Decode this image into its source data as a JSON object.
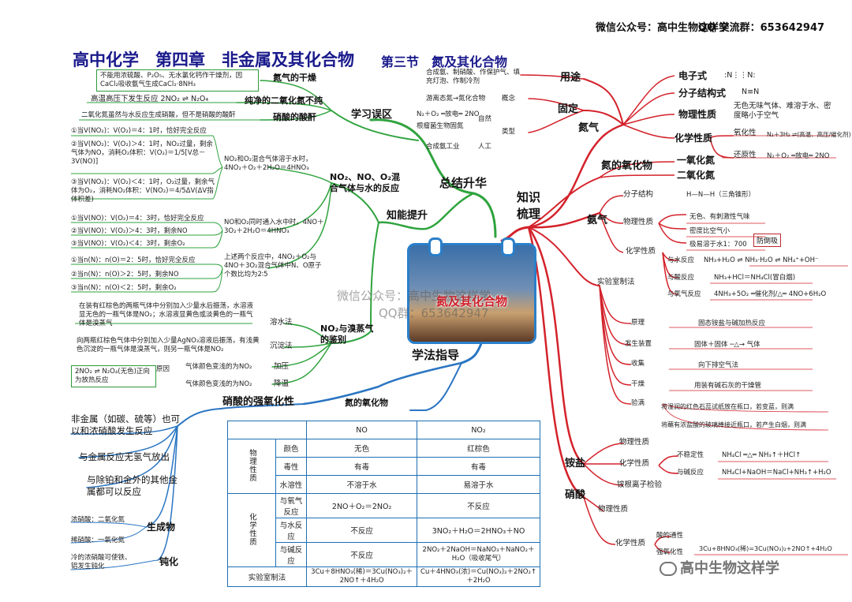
{
  "header": {
    "wechat": "微信公众号：高中生物这样学",
    "qq": "QQ 交流群：653642947",
    "title": "高中化学　第四章　非金属及其化合物",
    "section": "第三节　氮及其化合物",
    "watermark1": "微信公众号：高中生物这样学",
    "watermark2": "QQ群：653642947",
    "footer_watermark": "高中生物这样学"
  },
  "center": {
    "label": "氮及其化合物"
  },
  "hubs": {
    "summary": "总结升华",
    "knowledge1": "知识",
    "knowledge2": "梳理",
    "method": "学法指导"
  },
  "summary": {
    "error": "学习误区",
    "e1": "氮气的干燥",
    "e1_note": "不能用浓硫酸、P₂O₅、无水氯化钙作干燥剂，因CaCl₂吸收氨气生成CaCl₂·8NH₃",
    "e2": "纯净的二氧化氮不纯",
    "e2_note": "高温高压下发生反应 2NO₂ ⇌ N₂O₄",
    "e3": "硝酸的酸酐",
    "e3_note": "二氧化氮虽然与水反应生成硝酸，但不是硝酸的酸酐",
    "skill": "知能提升",
    "mix": "NO₂、NO、O₂混合气体与水的反应",
    "mix_a": "NO₂和O₂混合气体溶于水时，4NO₂＋O₂＋2H₂O＝4HNO₃",
    "a1": "①当V(NO₂)：V(O₂)＝4：1时，恰好完全反应",
    "a2": "②当V(NO₂)：V(O₂)＞4：1时，NO₂过量，剩余气体为NO，消耗O₂体积：V(O₂)＝1/5[V总－3V(NO)]",
    "a3": "③当V(NO₂)：V(O₂)＜4：1时，O₂过量，剩余气体为O₂，消耗NO₂体积：V(NO₂)＝4/5ΔV(ΔV指体积差)",
    "mix_b": "NO和O₂同时通入水中时，4NO＋3O₂＋2H₂O＝4HNO₃",
    "b1": "①当V(NO)：V(O₂)＝4：3时，恰好完全反应",
    "b2": "②当V(NO)：V(O₂)＞4：3时，剩余NO",
    "b3": "③当V(NO)：V(O₂)＜4：3时，剩余O₂",
    "mix_c": "上述两个反应中，4NO₂＋O₂与4NO＋3O₂混合气体中N、O原子个数比均为2∶5",
    "c1": "①当n(N)：n(O)＝2：5时，恰好完全反应",
    "c2": "②当n(N)：n(O)＞2：5时，剩余NO",
    "c3": "③当n(N)：n(O)＜2：5时，剩余O₂",
    "ident": "NO₂与溴蒸气的鉴别",
    "m1": "溶水法",
    "m1_note": "在装有红棕色的两瓶气体中分别加入少量水后振荡，水溶液显无色的一瓶气体是NO₂；水溶液显黄色或淡黄色的一瓶气体是溴蒸气",
    "m2": "沉淀法",
    "m2_note": "向两瓶红棕色气体中分别加入少量AgNO₃溶液后振荡，有浅黄色沉淀的一瓶气体是溴蒸气，则另一瓶气体是NO₂",
    "m3": "加压",
    "m3_note": "气体颜色变浅的为NO₂",
    "m4": "降温",
    "m4_note": "气体颜色变浅的为NO₂",
    "reason": "原因",
    "reason_note": "2NO₂ ⇌ N₂O₄(无色)正向为放热反应"
  },
  "method": {
    "nitric": "硝酸的强氧化性",
    "n1": "非金属（如碳、硫等）也可以和浓硝酸发生反应",
    "n2": "与金属反应无氢气放出",
    "n3": "与除铂和金外的其他金属都可以反应",
    "prod": "生成物",
    "p1": "浓硝酸：二氧化氮",
    "p2": "稀硝酸：一氧化氮",
    "pass": "钝化",
    "pass_note": "冷的浓硝酸可使铁、铝发生钝化",
    "oxides": "氮的氧化物"
  },
  "table": {
    "h_no": "NO",
    "h_no2": "NO₂",
    "phys": "物理性质",
    "chem": "化学性质",
    "rows": [
      {
        "k": "颜色",
        "a": "无色",
        "b": "红棕色"
      },
      {
        "k": "毒性",
        "a": "有毒",
        "b": "有毒"
      },
      {
        "k": "水溶性",
        "a": "不溶于水",
        "b": "易溶于水"
      },
      {
        "k": "与氧气反应",
        "a": "2NO＋O₂＝2NO₂",
        "b": "不反应"
      },
      {
        "k": "与水反应",
        "a": "不反应",
        "b": "3NO₂＋H₂O＝2HNO₃＋NO"
      },
      {
        "k": "与碱反应",
        "a": "不反应",
        "b": "2NO₂＋2NaOH＝NaNO₃＋NaNO₂＋H₂O（吸收尾气）"
      },
      {
        "k": "实验室制法",
        "a": "3Cu＋8HNO₃(稀)＝3Cu(NO₃)₂＋2NO↑＋4H₂O",
        "b": "Cu＋4HNO₃(浓)＝Cu(NO₃)₂＋2NO₂↑＋2H₂O"
      }
    ]
  },
  "knowledge": {
    "use": "用途",
    "use_note": "合成氨、制硝酸、作保护气、填充灯泡、作制冷剂",
    "fix": "固定",
    "concept": "概念",
    "concept_note": "游离态氮→氮化合物",
    "natural": "自然",
    "nat1": "N₂＋O₂ ═放电═ 2NO",
    "nat2": "根瘤菌生物固氮",
    "kind": "类型",
    "art": "人工",
    "art_note": "合成氨工业",
    "n2": "氮气",
    "ef": "电子式",
    "ef_v": ":N⋮⋮N:",
    "sf": "分子结构式",
    "sf_v": "N≡N",
    "phy": "物理性质",
    "phy_v": "无色无味气体、难溶于水、密度略小于空气",
    "chm": "化学性质",
    "ox": "氧化性",
    "ox_v": "N₂＋3H₂ ⇌(高温、高压/催化剂) 2NH₃",
    "red": "还原性",
    "red_v": "N₂＋O₂ ═放电═ 2NO",
    "oxide": "氮的氧化物",
    "no": "一氧化氮",
    "no2": "二氧化氮",
    "nh3": "氨气",
    "nh3_st": "分子结构",
    "nh3_st_v": "H—N—H（三角锥形）",
    "nh3_phy": "物理性质",
    "np1": "无色、有刺激性气味",
    "np2": "密度比空气小",
    "np3": "极易溶于水1：700",
    "np3_tag": "防倒吸",
    "nh3_chm": "化学性质",
    "nc1": "与水反应",
    "nc1_v": "NH₃+H₂O ⇌ NH₃·H₂O ⇌ NH₄⁺+OH⁻",
    "nc2": "与酸反应",
    "nc2_v": "NH₃+HCl＝NH₄Cl(冒白烟)",
    "nc3": "与氧气反应",
    "nc3_v": "4NH₃+5O₂ ═催化剂/△═ 4NO+6H₂O",
    "lab": "实验室制法",
    "l1": "原理",
    "l1_v": "固态铵盐与碱加热反应",
    "l2": "发生装置",
    "l2_v": "固体＋固体 ─△→ 气体",
    "l3": "收集",
    "l3_v": "向下排空气法",
    "l4": "干燥",
    "l4_v": "用装有碱石灰的干燥管",
    "l5": "验满",
    "l5_v1": "将湿润的红色石蕊试纸放在瓶口，若变蓝，则满",
    "l5_v2": "将蘸有浓盐酸的玻璃棒接近瓶口，若产生白烟，则满",
    "salt": "铵盐",
    "s1": "物理性质",
    "s2": "化学性质",
    "s2a": "不稳定性",
    "s2a_v": "NH₄Cl ═△═ NH₃↑＋HCl↑",
    "s2b": "与碱反应",
    "s2b_v": "NH₄Cl+NaOH＝NaCl+NH₃↑+H₂O",
    "s3": "铵根离子检验",
    "hno3": "硝酸",
    "h1": "物理性质",
    "h2": "化学性质",
    "h2a": "酸的通性",
    "h2b": "强氧化性",
    "h2b_v": "3Cu+8HNO₃(稀)=3Cu(NO₃)₂+2NO↑+4H₂O"
  }
}
